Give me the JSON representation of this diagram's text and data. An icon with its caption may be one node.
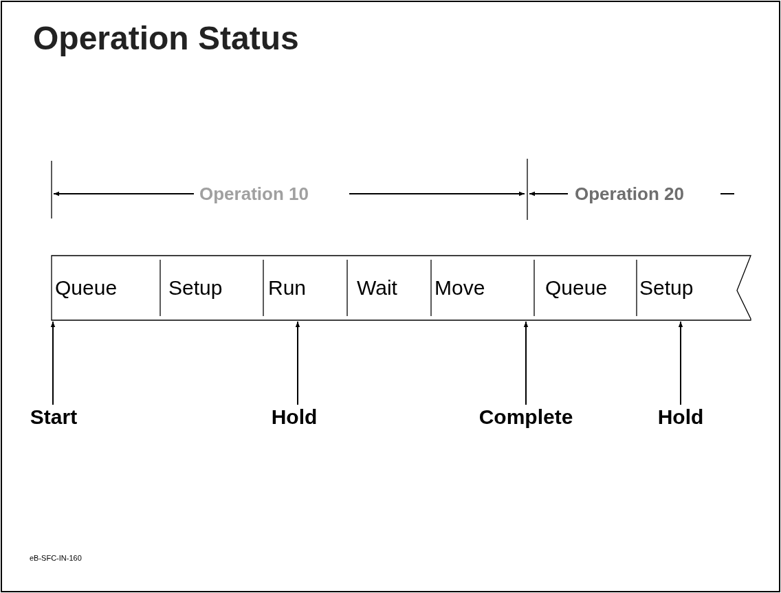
{
  "diagram": {
    "title": "Operation Status",
    "nodes": [
      {
        "text": [],
        "shape": "bar"
      },
      {
        "text": [
          "Queue"
        ],
        "in": 0
      },
      {
        "text": [
          "Setup"
        ],
        "in": 0
      },
      {
        "text": [
          "Run"
        ],
        "in": 0
      },
      {
        "text": [
          "Wait"
        ],
        "in": 0
      },
      {
        "text": [
          "Move"
        ],
        "in": 0
      },
      {
        "text": [
          "Queue"
        ],
        "in": 0
      },
      {
        "text": [
          "Setup"
        ],
        "in": 0
      },
      {
        "text": [
          "Start"
        ]
      },
      {
        "text": [
          "Hold"
        ]
      },
      {
        "text": [
          "Complete"
        ]
      },
      {
        "text": [
          "Hold"
        ]
      }
    ],
    "edges": [
      {
        "from": 8,
        "to": 1,
        "arrow": "to"
      },
      {
        "from": 9,
        "to": 3,
        "arrow": "to"
      },
      {
        "from": 10,
        "to": 0,
        "arrow": "to"
      },
      {
        "from": 11,
        "to": 7,
        "arrow": "to"
      }
    ],
    "labels": [
      "Operation 10",
      "Operation 20",
      "eB-SFC-IN-160"
    ]
  }
}
